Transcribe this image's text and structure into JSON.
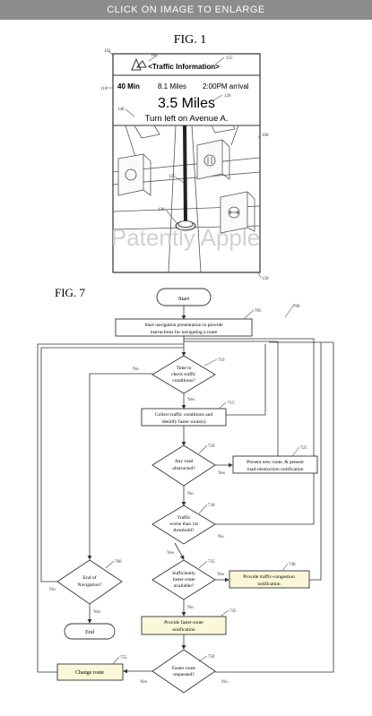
{
  "banner": {
    "label": "CLICK ON IMAGE TO ENLARGE"
  },
  "fig1": {
    "title": "FIG. 1",
    "header_title": "<Traffic Information>",
    "stats": {
      "time": "40 Min",
      "miles": "8.1 Miles",
      "arrival": "2:00PM arrival"
    },
    "distance": "3.5 Miles",
    "instruction": "Turn left on Avenue A.",
    "refs": {
      "r102": "102",
      "r160": "160",
      "r155": "155",
      "r110": "110",
      "r120": "120",
      "r140": "140",
      "r100": "100",
      "r125": "125",
      "r130": "130",
      "r150": "150"
    }
  },
  "watermark": "Patently Apple",
  "fig7": {
    "title": "FIG. 7",
    "start": "Start",
    "end": "End",
    "step705": [
      "Start navigation presentation to provide",
      "instructions for navigating a route"
    ],
    "step710": [
      "Time to",
      "check traffic",
      "conditions?"
    ],
    "step715": [
      "Collect traffic conditions and",
      "identify faster route(s)"
    ],
    "step720": [
      "Any road",
      "obstructed?"
    ],
    "step725": [
      "Present new route, & present",
      "road-obstruction notification"
    ],
    "step730": [
      "Traffic",
      "worse than 1st",
      "threshold?"
    ],
    "step735": [
      "Sufficiently",
      "faster route",
      "available?"
    ],
    "step740": [
      "Provide traffic-congestion",
      "notification"
    ],
    "step745": [
      "Provide faster-route",
      "notification"
    ],
    "step750": [
      "Faster route",
      "requested?"
    ],
    "step755": "Change route",
    "step760": [
      "End of",
      "Navigation?"
    ],
    "yes": "Yes",
    "no": "No",
    "refs": {
      "r700": "700",
      "r705": "705",
      "r710": "710",
      "r715": "715",
      "r720": "720",
      "r725": "725",
      "r730": "730",
      "r735": "735",
      "r740": "740",
      "r745": "745",
      "r750": "750",
      "r755": "755",
      "r760": "760"
    }
  },
  "colors": {
    "note_fill": "#fbf7d9",
    "line": "#333333",
    "banner": "#8c8c8c",
    "watermark": "#c9c9c9"
  }
}
